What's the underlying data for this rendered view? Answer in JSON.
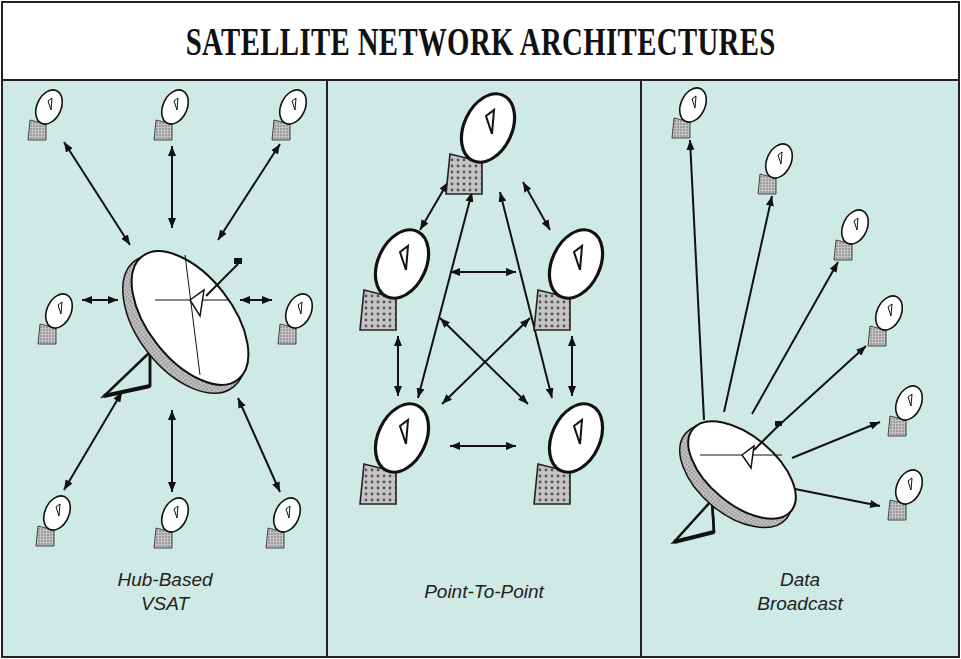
{
  "diagram": {
    "title": "SATELLITE NETWORK ARCHITECTURES",
    "nodes": [
      {
        "text": [
          "Hub-Based VSAT"
        ]
      },
      {
        "text": [
          "Point-To-Point"
        ]
      },
      {
        "text": [
          "Data Broadcast"
        ]
      }
    ]
  }
}
